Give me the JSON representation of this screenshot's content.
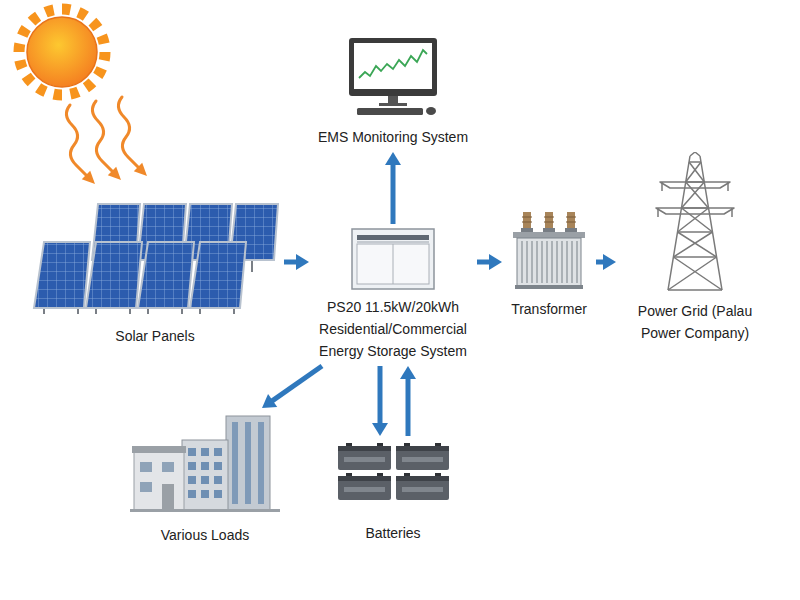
{
  "diagram": {
    "nodes": [
      {
        "text": [
          "EMS Monitoring System"
        ]
      },
      {
        "text": [
          "Solar Panels"
        ]
      },
      {
        "text": [
          "PS20 11.5kW/20kWh Residential/Commercial Energy Storage System"
        ]
      },
      {
        "text": [
          "Transformer"
        ]
      },
      {
        "text": [
          "Power Grid (Palau Power Company)"
        ]
      },
      {
        "text": [
          "Various Loads"
        ]
      },
      {
        "text": [
          "Batteries"
        ]
      }
    ],
    "edges": [
      {
        "from": 1,
        "to": 2,
        "arrow": "to"
      },
      {
        "from": 2,
        "to": 0,
        "arrow": "to"
      },
      {
        "from": 2,
        "to": 3,
        "arrow": "to"
      },
      {
        "from": 3,
        "to": 4,
        "arrow": "to"
      },
      {
        "from": 2,
        "to": 5,
        "arrow": "to"
      },
      {
        "from": 2,
        "to": 6,
        "arrow": "to"
      },
      {
        "from": 6,
        "to": 2,
        "arrow": "to"
      }
    ]
  }
}
